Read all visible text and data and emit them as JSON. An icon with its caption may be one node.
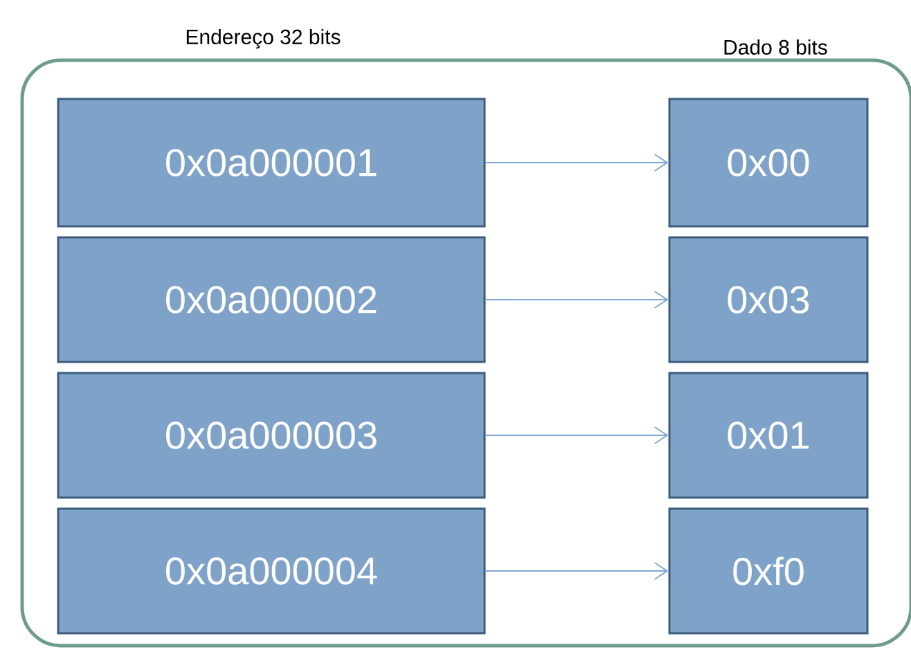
{
  "diagram": {
    "nodes": [
      {
        "text": [],
        "shape": "box"
      },
      {
        "text": [
          "0x0a000001"
        ],
        "in": 0
      },
      {
        "text": [
          "0x00"
        ],
        "in": 0
      },
      {
        "text": [
          "0x0a000002"
        ],
        "in": 0
      },
      {
        "text": [
          "0x03"
        ],
        "in": 0
      },
      {
        "text": [
          "0x0a000003"
        ],
        "in": 0
      },
      {
        "text": [
          "0x01"
        ],
        "in": 0
      },
      {
        "text": [
          "0x0a000004"
        ],
        "in": 0
      },
      {
        "text": [
          "0xf0"
        ],
        "in": 0
      }
    ],
    "edges": [
      {
        "from": 1,
        "to": 2,
        "arrow": "to"
      },
      {
        "from": 3,
        "to": 4,
        "arrow": "to"
      },
      {
        "from": 5,
        "to": 6,
        "arrow": "to"
      },
      {
        "from": 7,
        "to": 8,
        "arrow": "to"
      }
    ],
    "labels": [
      "Endereço 32 bits",
      "Dado 8 bits"
    ]
  }
}
